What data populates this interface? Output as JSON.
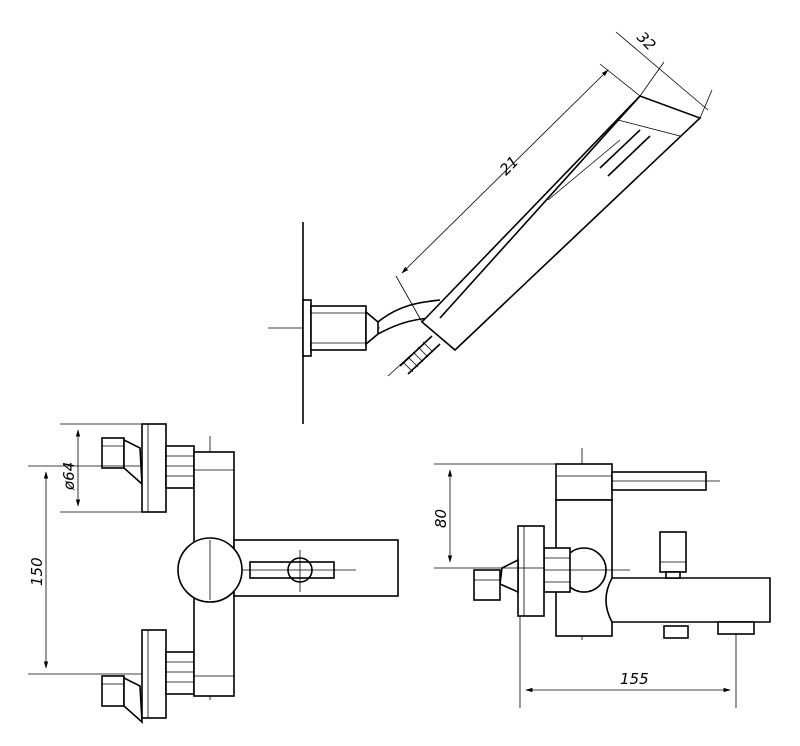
{
  "dimensions": {
    "shower_width": "32",
    "shower_length": "21",
    "diameter": "ø64",
    "height_between": "150",
    "height_top": "80",
    "spout_length": "155"
  },
  "colors": {
    "line": "#000000",
    "background": "#ffffff"
  }
}
